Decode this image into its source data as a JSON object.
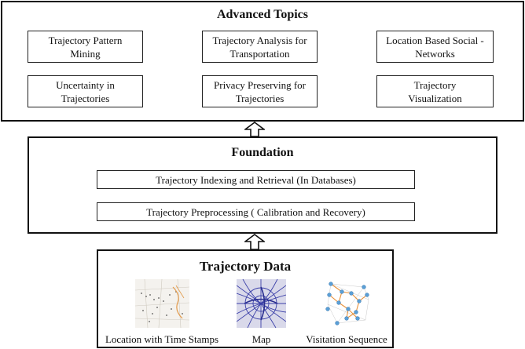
{
  "advanced": {
    "title": "Advanced Topics",
    "items": [
      "Trajectory Pattern\nMining",
      "Trajectory Analysis for\nTransportation",
      "Location Based Social -\nNetworks",
      "Uncertainty in\nTrajectories",
      "Privacy Preserving for\nTrajectories",
      "Trajectory\nVisualization"
    ]
  },
  "foundation": {
    "title": "Foundation",
    "items": [
      "Trajectory Indexing and Retrieval (In Databases)",
      "Trajectory Preprocessing ( Calibration and Recovery)"
    ]
  },
  "data": {
    "title": "Trajectory Data",
    "captions": [
      "Location with Time Stamps",
      "Map",
      "Visitation Sequence"
    ]
  }
}
